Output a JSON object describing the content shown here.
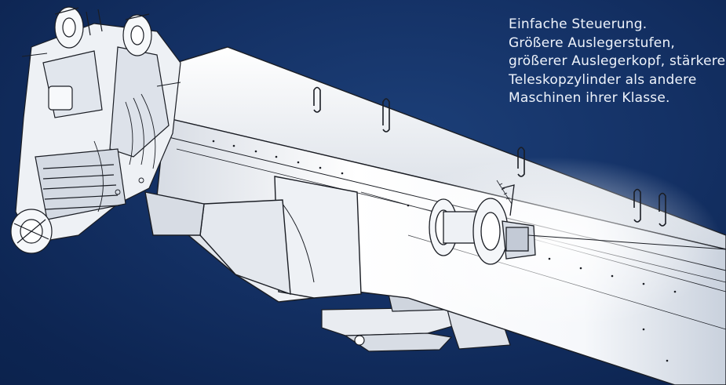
{
  "caption": {
    "lines": [
      "Einfache Steuerung.",
      "Größere Auslegerstufen,",
      "größerer Auslegerkopf, stärkere",
      "Teleskopzylinder als andere",
      "Maschinen ihrer Klasse."
    ]
  },
  "colors": {
    "background": "#0f2855",
    "text": "#eef3fb",
    "boom": "#f2f4f7",
    "outline": "#1a1d24"
  }
}
